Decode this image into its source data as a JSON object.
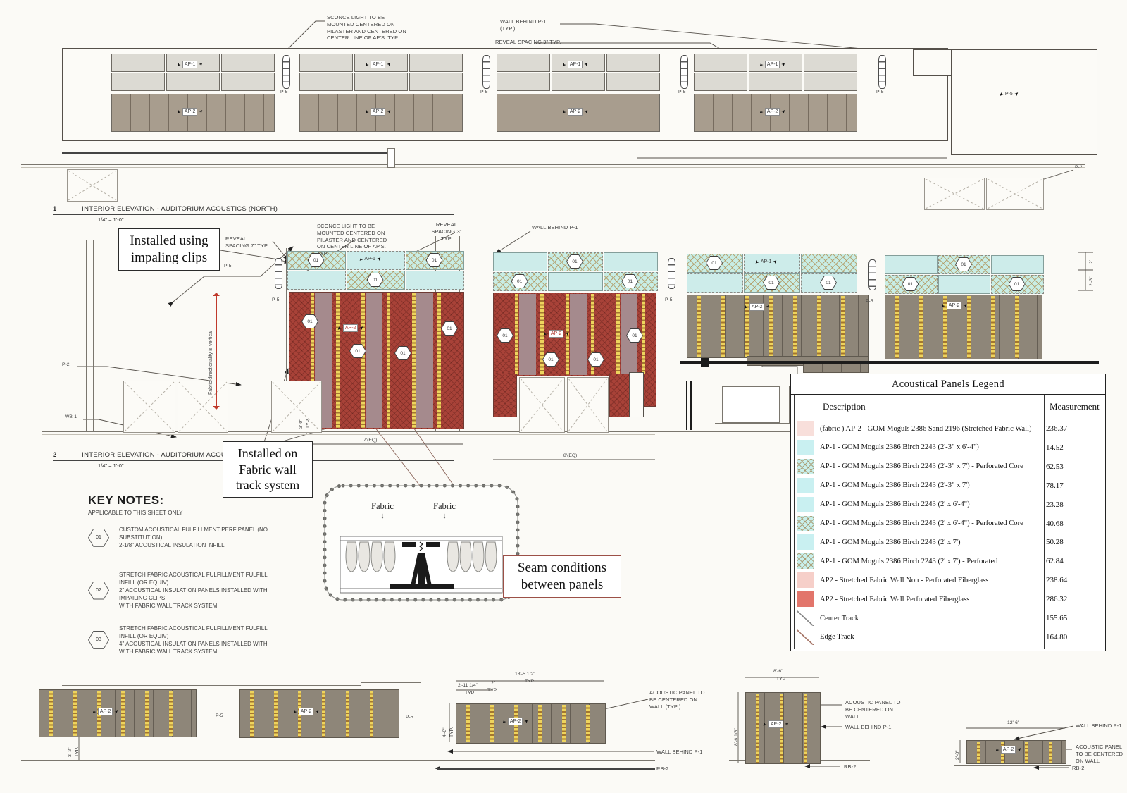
{
  "labels": {
    "ap1": "AP-1",
    "ap2": "AP-2",
    "p5": "P-5",
    "p2": "P-2",
    "wb1": "WB-1",
    "rb2": "RB-2",
    "hex01": "01",
    "hex02": "02",
    "hex03": "03",
    "fabric": "Fabric"
  },
  "north_elevation": {
    "num": "1",
    "title": "INTERIOR ELEVATION - AUDITORIUM ACOUSTICS (NORTH)",
    "scale": "1/4\" = 1'-0\"",
    "callouts": {
      "sconce": "SCONCE LIGHT TO BE MOUNTED CENTERED ON PILASTER AND CENTERED ON CENTER LINE OF AP'S. TYP.",
      "wall": "WALL BEHIND P-1 (TYP.)",
      "reveal3": "REVEAL SPACING 3\" TYP."
    }
  },
  "south_elevation": {
    "num": "2",
    "title": "INTERIOR ELEVATION - AUDITORIUM ACOUSTICS (SOUTH",
    "scale": "1/4\" = 1'-0\"",
    "callouts": {
      "reveal7": "REVEAL SPACING 7\" TYP.",
      "sconce": "SCONCE LIGHT TO BE MOUNTED CENTERED ON PILASTER AND CENTERED ON CENTER LINE OF AP'S. TYP.",
      "reveal3": "REVEAL SPACING 3\" TYP.",
      "wall": "WALL BEHIND P-1",
      "fabric_dir": "Fabric directionality is vertical"
    }
  },
  "annotations": {
    "impaling": [
      "Installed using",
      "impaling clips"
    ],
    "track": [
      "Installed on",
      "Fabric wall",
      "track system"
    ],
    "seam": [
      "Seam conditions",
      "between panels"
    ]
  },
  "key_notes": {
    "heading": "KEY NOTES:",
    "subheading": "APPLICABLE TO THIS SHEET ONLY",
    "items": [
      {
        "tag": "01",
        "text": "CUSTOM ACOUSTICAL FULFILLMENT PERF PANEL (NO\nSUBSTITUTION)\n2-1/8\" ACOUSTICAL INSULATION INFILL"
      },
      {
        "tag": "02",
        "text": "STRETCH FABRIC ACOUSTICAL FULFILLMENT FULFILL\nINFILL (OR EQUIV)\n2\" ACOUSTICAL INSULATION PANELS INSTALLED WITH\nIMPAILING CLIPS\nWITH FABRIC WALL TRACK SYSTEM"
      },
      {
        "tag": "03",
        "text": "STRETCH FABRIC ACOUSTICAL FULFILLMENT FULFILL\nINFILL (OR EQUIV)\n4\" ACOUSTICAL INSULATION PANELS INSTALLED WITH\n WITH FABRIC WALL TRACK SYSTEM"
      }
    ]
  },
  "legend": {
    "title": "Acoustical Panels  Legend",
    "col_description": "Description",
    "col_measurement": "Measurement",
    "rows": [
      {
        "swatch": "pinkl",
        "desc": "(fabric ) AP-2 - GOM Moguls 2386 Sand 2196 (Stretched Fabric Wall)",
        "meas": "236.37"
      },
      {
        "swatch": "cyan",
        "desc": "AP-1 - GOM Moguls 2386 Birch 2243 (2'-3\" x 6'-4\")",
        "meas": "14.52"
      },
      {
        "swatch": "cyanh",
        "desc": "AP-1 - GOM Moguls 2386 Birch 2243 (2'-3\" x 7') - Perforated Core",
        "meas": "62.53"
      },
      {
        "swatch": "cyan",
        "desc": "AP-1 - GOM Moguls 2386 Birch 2243 (2'-3\" x 7')",
        "meas": "78.17"
      },
      {
        "swatch": "cyan",
        "desc": "AP-1 - GOM Moguls 2386 Birch 2243 (2' x 6'-4\")",
        "meas": "23.28"
      },
      {
        "swatch": "cyanh",
        "desc": "AP-1 - GOM Moguls 2386 Birch 2243 (2' x 6'-4\") - Perforated Core",
        "meas": "40.68"
      },
      {
        "swatch": "cyan",
        "desc": "AP-1 - GOM Moguls 2386 Birch 2243 (2' x 7')",
        "meas": "50.28"
      },
      {
        "swatch": "cyanh",
        "desc": "AP-1 - GOM Moguls 2386 Birch 2243 (2' x 7') - Perforated",
        "meas": "62.84"
      },
      {
        "swatch": "pink",
        "desc": "AP2 - Stretched Fabric Wall Non - Perforated Fiberglass",
        "meas": "238.64"
      },
      {
        "swatch": "red",
        "desc": "AP2 - Stretched Fabric Wall Perforated Fiberglass",
        "meas": "286.32"
      },
      {
        "swatch": "track",
        "desc": "Center Track",
        "meas": "155.65"
      },
      {
        "swatch": "trackr",
        "desc": "Edge Track",
        "meas": "164.80"
      }
    ]
  },
  "bottom_callouts": {
    "acoustic_typ": "ACOUSTIC PANEL TO BE CENTERED ON WALL (TYP )",
    "acoustic": "ACOUSTIC PANEL TO BE CENTERED ON WALL",
    "wall": "WALL BEHIND P-1",
    "rb2": "RB-2"
  },
  "dims": {
    "eq7": "7'(EQ)",
    "eq8": "8'(EQ)",
    "s30": "3'-0\"",
    "s32": "3'-2\"",
    "typ": "TYP.",
    "c_main": "18'-5 1/2\"",
    "c_sub1": "2'-11 1/4\"",
    "c_sub2": "2\"",
    "c_v": "4'-8\"",
    "d_h": "8'-6\"",
    "d_typ": "TYP",
    "d_v": "8'-6 1/8\"",
    "e_h": "12'-6\"",
    "e_v": "2'-8\"",
    "r2": "2'",
    "r23": "2'-3\""
  }
}
